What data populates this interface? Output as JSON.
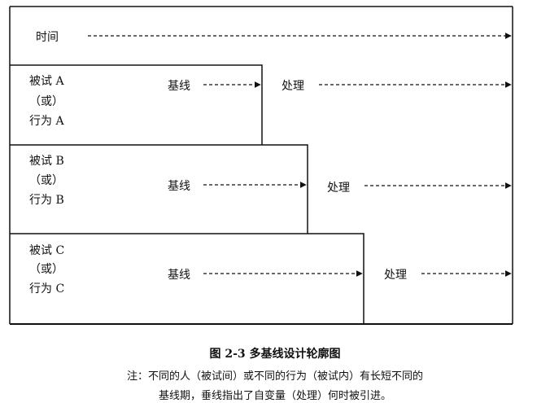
{
  "diagram": {
    "time_label": "时间",
    "subjects": [
      {
        "line1": "被试 A",
        "line2": "（或）",
        "line3": "行为 A",
        "baseline_label": "基线",
        "treatment_label": "处理"
      },
      {
        "line1": "被试 B",
        "line2": "（或）",
        "line3": "行为 B",
        "baseline_label": "基线",
        "treatment_label": "处理"
      },
      {
        "line1": "被试 C",
        "line2": "（或）",
        "line3": "行为 C",
        "baseline_label": "基线",
        "treatment_label": "处理"
      }
    ]
  },
  "caption": {
    "title": "图 2-3  多基线设计轮廓图",
    "note_line1": "注：不同的人（被试间）或不同的行为（被试内）有长短不同的",
    "note_line2": "基线期，垂线指出了自变量（处理）何时被引进。"
  }
}
